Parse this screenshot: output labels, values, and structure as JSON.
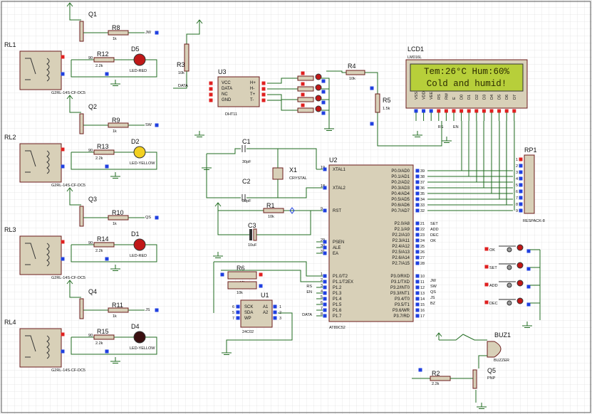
{
  "theme": {
    "wire": "#1f6b1f",
    "component_outline": "#6b1b1b",
    "component_fill": "#d8d0b8",
    "lcd_background": "#b7cf3a",
    "pin_red": "#e02020",
    "pin_blue": "#2040e0",
    "led_red": "#c01818",
    "led_yellow": "#f2d020",
    "led_off": "#3a1010"
  },
  "relays": [
    {
      "ref": "RL1",
      "model": "G2RL-14S-CF-DC5",
      "transistor": "Q1",
      "base_res": "R12",
      "base_res_val": "2.2k",
      "led_res": "R8",
      "led_res_val": "1k",
      "led": "D5",
      "led_label": "LED-RED",
      "led_color": "red",
      "net": "JW",
      "sup": "90"
    },
    {
      "ref": "RL2",
      "model": "G2RL-14S-CF-DC5",
      "transistor": "Q2",
      "base_res": "R13",
      "base_res_val": "2.2k",
      "led_res": "R9",
      "led_res_val": "1k",
      "led": "D2",
      "led_label": "LED-YELLOW",
      "led_color": "yellow",
      "net": "SW",
      "sup": "90"
    },
    {
      "ref": "RL3",
      "model": "G2RL-14S-CF-DC5",
      "transistor": "Q3",
      "base_res": "R14",
      "base_res_val": "2.2k",
      "led_res": "R10",
      "led_res_val": "1k",
      "led": "D1",
      "led_label": "LED-RED",
      "led_color": "red",
      "net": "QS",
      "sup": "90"
    },
    {
      "ref": "RL4",
      "model": "G2RL-14S-CF-DC5",
      "transistor": "Q4",
      "base_res": "R15",
      "base_res_val": "2.2k",
      "led_res": "R11",
      "led_res_val": "1k",
      "led": "D4",
      "led_label": "LED-YELLOW",
      "led_color": "off",
      "net": "JS",
      "sup": "90"
    }
  ],
  "dht": {
    "ref": "U3",
    "model": "DHT11",
    "pins_left": [
      "VCC",
      "DATA",
      "NC",
      "GND"
    ],
    "pins_right": [
      "H+",
      "H-",
      "T+",
      "T-"
    ],
    "data_net": "DATA"
  },
  "r3": {
    "ref": "R3",
    "val": "10k"
  },
  "r4": {
    "ref": "R4",
    "val": "10k"
  },
  "r5": {
    "ref": "R5",
    "val": "1.5k"
  },
  "lcd": {
    "ref": "LCD1",
    "model": "LM016L",
    "line1": "Tem:26°C Hum:60%",
    "line2": "Cold and humid!",
    "pins": [
      "VSS",
      "VDD",
      "VEE",
      "RS",
      "RW",
      "E",
      "D0",
      "D1",
      "D2",
      "D3",
      "D4",
      "D5",
      "D6",
      "D7"
    ],
    "pin_nets": [
      "RS",
      "EN"
    ]
  },
  "crystal": {
    "c1": "C1",
    "c1_val": "30pF",
    "c2": "C2",
    "c2_val": "30pF",
    "x1": "X1",
    "x1_label": "CRYSTAL"
  },
  "reset": {
    "r1": "R1",
    "r1_val": "10k",
    "c3": "C3",
    "c3_val": "10uF"
  },
  "mcu": {
    "ref": "U2",
    "model": "AT89C52",
    "left_pins": [
      {
        "num": "19",
        "name": "XTAL1"
      },
      {
        "num": "18",
        "name": "XTAL2"
      },
      {
        "num": "9",
        "name": "RST"
      },
      {
        "num": "29",
        "name": "PSEN"
      },
      {
        "num": "30",
        "name": "ALE"
      },
      {
        "num": "31",
        "name": "EA"
      },
      {
        "num": "1",
        "name": "P1.0/T2"
      },
      {
        "num": "2",
        "name": "P1.1/T2EX"
      },
      {
        "num": "3",
        "name": "P1.2"
      },
      {
        "num": "4",
        "name": "P1.3"
      },
      {
        "num": "5",
        "name": "P1.4"
      },
      {
        "num": "6",
        "name": "P1.5"
      },
      {
        "num": "7",
        "name": "P1.6"
      },
      {
        "num": "8",
        "name": "P1.7"
      }
    ],
    "right_p0": [
      {
        "num": "39",
        "name": "P0.0/AD0"
      },
      {
        "num": "38",
        "name": "P0.1/AD1"
      },
      {
        "num": "37",
        "name": "P0.2/AD2"
      },
      {
        "num": "36",
        "name": "P0.3/AD3"
      },
      {
        "num": "35",
        "name": "P0.4/AD4"
      },
      {
        "num": "34",
        "name": "P0.5/AD5"
      },
      {
        "num": "33",
        "name": "P0.6/AD6"
      },
      {
        "num": "32",
        "name": "P0.7/AD7"
      }
    ],
    "right_p2": [
      {
        "num": "21",
        "name": "P2.0/A8"
      },
      {
        "num": "22",
        "name": "P2.1/A9"
      },
      {
        "num": "23",
        "name": "P2.2/A10"
      },
      {
        "num": "24",
        "name": "P2.3/A11"
      },
      {
        "num": "25",
        "name": "P2.4/A12"
      },
      {
        "num": "26",
        "name": "P2.5/A13"
      },
      {
        "num": "27",
        "name": "P2.6/A14"
      },
      {
        "num": "28",
        "name": "P2.7/A15"
      }
    ],
    "right_p3": [
      {
        "num": "10",
        "name": "P3.0/RXD"
      },
      {
        "num": "11",
        "name": "P3.1/TXD"
      },
      {
        "num": "12",
        "name": "P3.2/INT0"
      },
      {
        "num": "13",
        "name": "P3.3/INT1"
      },
      {
        "num": "14",
        "name": "P3.4/T0"
      },
      {
        "num": "15",
        "name": "P3.5/T1"
      },
      {
        "num": "16",
        "name": "P3.6/WR"
      },
      {
        "num": "17",
        "name": "P3.7/RD"
      }
    ],
    "p1_nets": [
      "RS",
      "EN",
      "DATA"
    ],
    "p2_nets": [
      "SET",
      "ADD",
      "DEC",
      "OK"
    ],
    "p3_nets": [
      "JW",
      "SW",
      "QS",
      "JS",
      "BZ"
    ]
  },
  "rp1": {
    "ref": "RP1",
    "model": "RESPACK-8",
    "pins": [
      "1",
      "2",
      "3",
      "4",
      "5",
      "6",
      "7",
      "8",
      "9"
    ]
  },
  "eeprom": {
    "ref": "U1",
    "model": "24C02",
    "r6": "R6",
    "r6_val": "10k",
    "r7_val": "10k",
    "pins_left": [
      {
        "num": "6",
        "name": "SCK"
      },
      {
        "num": "5",
        "name": "SDA"
      },
      {
        "num": "7",
        "name": "WP"
      }
    ],
    "pins_right": [
      {
        "num": "1",
        "name": "A1"
      },
      {
        "num": "2",
        "name": "A2"
      },
      {
        "num": "3",
        "name": ""
      }
    ]
  },
  "buttons": [
    "OK",
    "SET",
    "ADD",
    "DEC"
  ],
  "buzzer": {
    "ref": "BUZ1",
    "model": "BUZZER",
    "q": "Q5",
    "q_type": "PNP",
    "r": "R2",
    "r_val": "2.2k"
  }
}
